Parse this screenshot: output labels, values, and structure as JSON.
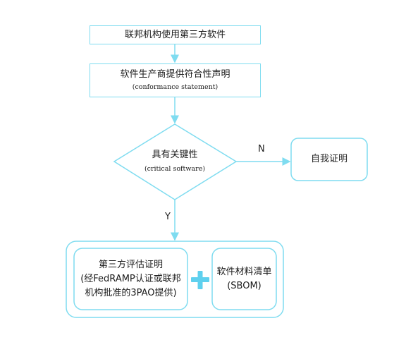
{
  "nodes": {
    "start": {
      "text": "联邦机构使用第三方软件"
    },
    "conformance": {
      "text": "软件生产商提供符合性声明",
      "sub": "(conformance statement)"
    },
    "decision": {
      "text": "具有关键性",
      "sub": "(critical software)"
    },
    "self": {
      "text": "自我证明"
    },
    "third_party": {
      "text": "第三方评估证明\n(经FedRAMP认证或联邦\n机构批准的3PAO提供)"
    },
    "sbom": {
      "text": "软件材料清单\n(SBOM)"
    }
  },
  "edges": {
    "no_label": "N",
    "yes_label": "Y"
  },
  "plus_symbol": "+",
  "colors": {
    "stroke": "#7fdcf0",
    "plus": "#5fd0ee",
    "text": "#1a1a1a"
  }
}
